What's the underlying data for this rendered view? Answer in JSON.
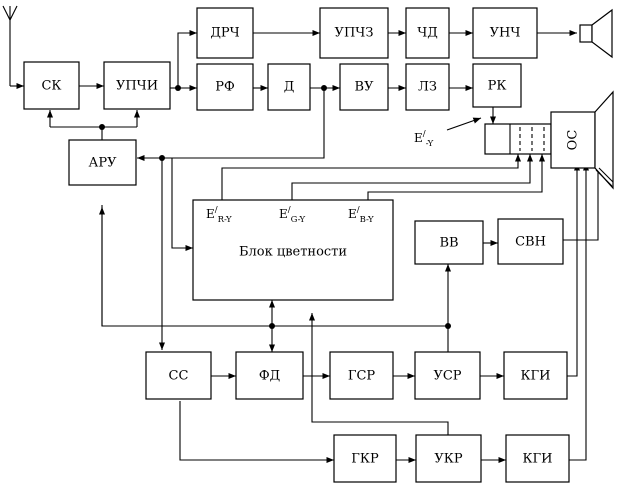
{
  "blocks": {
    "sk": "СК",
    "upchi": "УПЧИ",
    "aru": "АРУ",
    "drch": "ДРЧ",
    "upchz": "УПЧЗ",
    "chd": "ЧД",
    "unch": "УНЧ",
    "rf": "РФ",
    "d": "Д",
    "vu": "ВУ",
    "lz": "ЛЗ",
    "rk": "РК",
    "color_block": "Блок цветности",
    "vv": "ВВ",
    "svn": "СВН",
    "ss": "СС",
    "fd": "ФД",
    "gsr": "ГСР",
    "usr": "УСР",
    "kgi1": "КГИ",
    "gkr": "ГКР",
    "ukr": "УКР",
    "kgi2": "КГИ",
    "os": "ОС"
  },
  "signals": {
    "e_prime": "E",
    "sup_prime": "/",
    "minus_y": "-Y",
    "r_y": "R-Y",
    "g_y": "G-Y",
    "b_y": "B-Y"
  }
}
